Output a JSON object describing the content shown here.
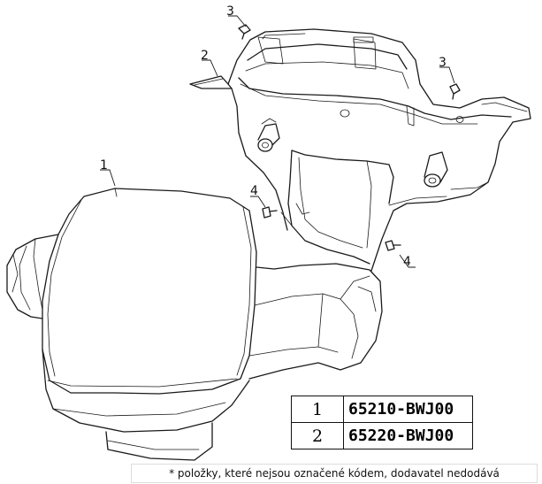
{
  "callouts": [
    {
      "id": "callout-1",
      "label": "1"
    },
    {
      "id": "callout-2",
      "label": "2"
    },
    {
      "id": "callout-3a",
      "label": "3"
    },
    {
      "id": "callout-3b",
      "label": "3"
    },
    {
      "id": "callout-4a",
      "label": "4"
    },
    {
      "id": "callout-4b",
      "label": "4"
    }
  ],
  "parts_table": {
    "rows": [
      {
        "number": "1",
        "code": "65210-BWJ00"
      },
      {
        "number": "2",
        "code": "65220-BWJ00"
      }
    ]
  },
  "footnote": "* položky, které nejsou označené kódem, dodavatel nedodává"
}
